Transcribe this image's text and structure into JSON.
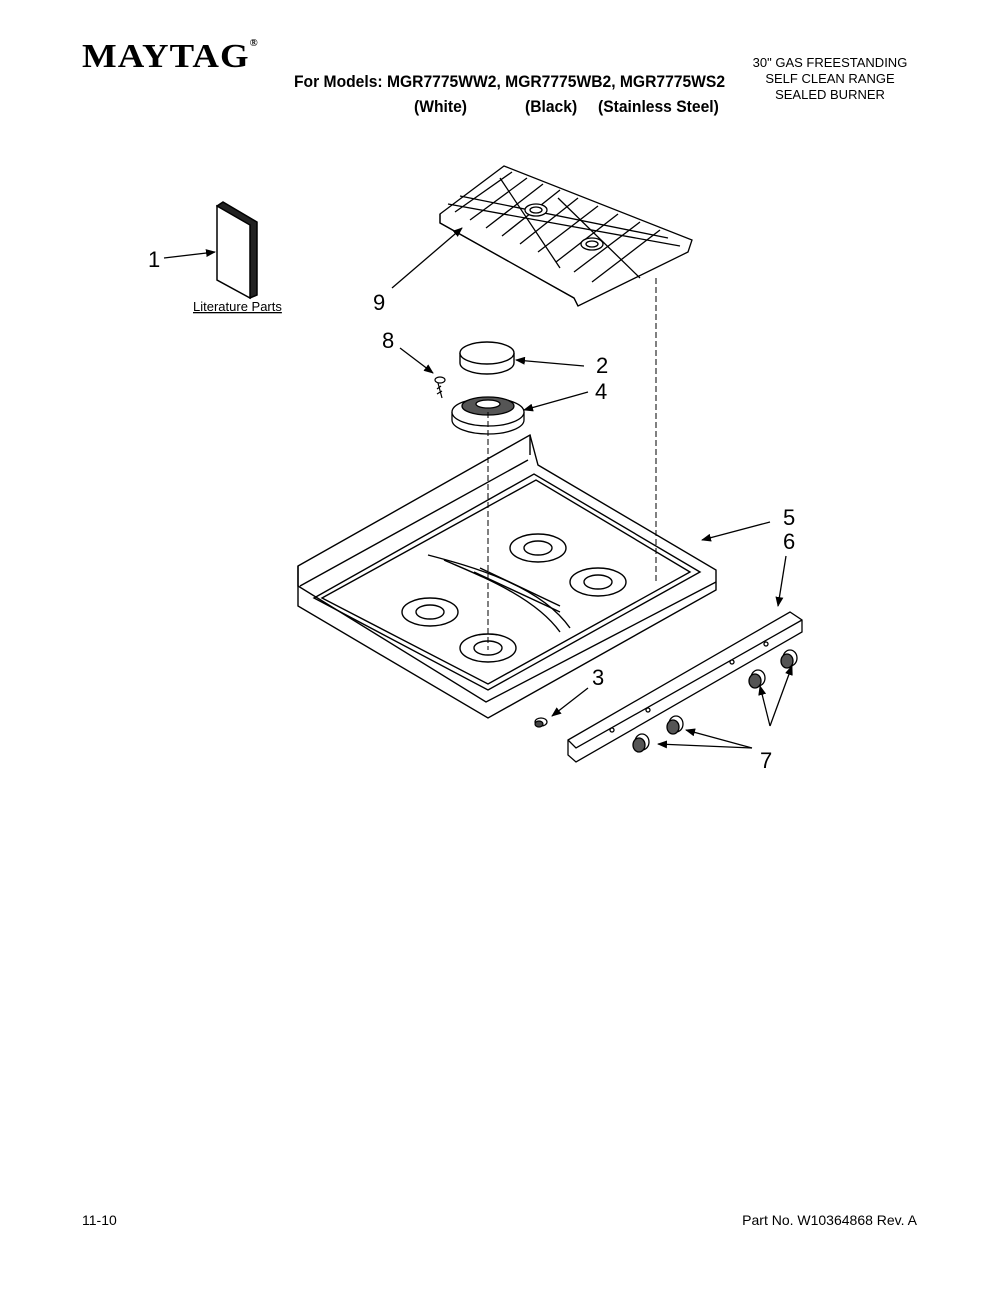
{
  "header": {
    "brand": "MAYTAG",
    "brand_mark": "®",
    "models_line": "For Models: MGR7775WW2, MGR7775WB2, MGR7775WS2",
    "variant_white": "(White)",
    "variant_black": "(Black)",
    "variant_stainless": "(Stainless Steel)",
    "product_line1": "30\" GAS FREESTANDING",
    "product_line2": "SELF CLEAN RANGE",
    "product_line3": "SEALED BURNER"
  },
  "diagram": {
    "literature_label": "Literature Parts",
    "callouts": {
      "c1": "1",
      "c2": "2",
      "c3": "3",
      "c4": "4",
      "c5": "5",
      "c6": "6",
      "c7": "7",
      "c8": "8",
      "c9": "9"
    }
  },
  "footer": {
    "date_code": "11-10",
    "part_number": "Part No. W10364868 Rev. A"
  }
}
